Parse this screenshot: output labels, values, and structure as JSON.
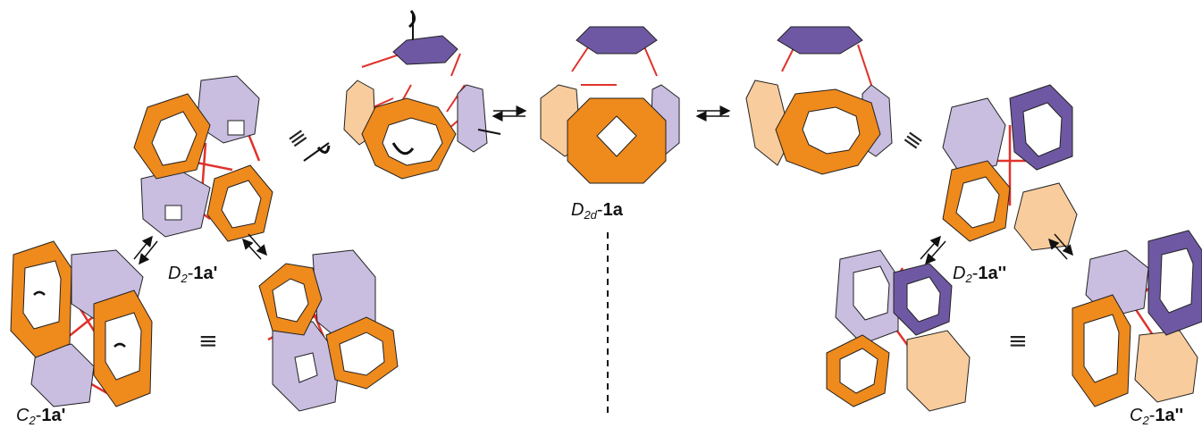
{
  "colors": {
    "orange": "#ef8a1c",
    "lavender": "#c9bde0",
    "purple": "#6f58a3",
    "peach": "#f8cc9c",
    "bond": "#e0322c"
  },
  "labels": {
    "d2d_1a": {
      "sym": "D",
      "sub": "2d",
      "sep": "-",
      "cmp": "1a"
    },
    "d2_1a1": {
      "sym": "D",
      "sub": "2",
      "sep": "-",
      "cmp": "1a'"
    },
    "c2_1a1": {
      "sym": "C",
      "sub": "2",
      "sep": "-",
      "cmp": "1a'"
    },
    "d2_1a2": {
      "sym": "D",
      "sub": "2",
      "sep": "-",
      "cmp": "1a''"
    },
    "c2_1a2": {
      "sym": "C",
      "sub": "2",
      "sep": "-",
      "cmp": "1a''"
    }
  },
  "symbols": {
    "equivalent": "≡"
  }
}
